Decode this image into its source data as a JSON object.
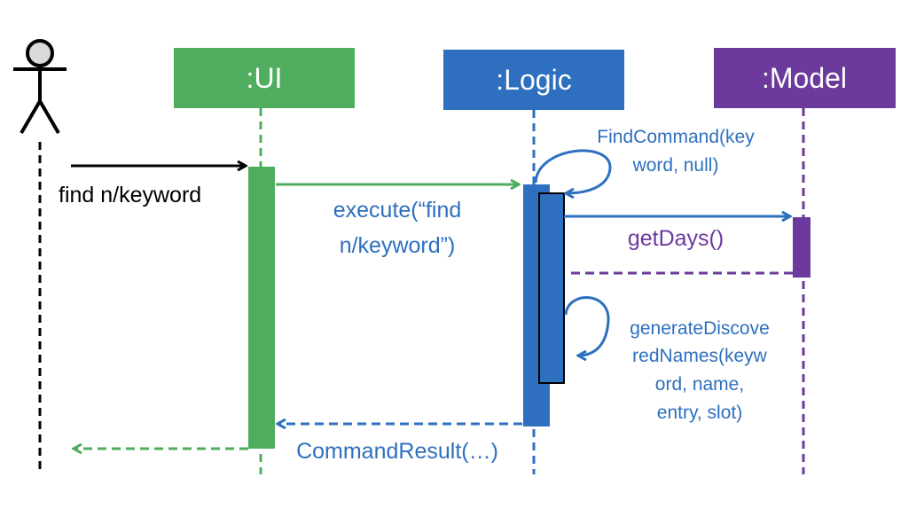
{
  "colors": {
    "ui": "#4fae5e",
    "logic": "#2e6fbf",
    "model": "#6b3a9c",
    "actor": "#000000",
    "activation_border": "#000000"
  },
  "participants": {
    "ui": ":UI",
    "logic": ":Logic",
    "model": ":Model"
  },
  "messages": {
    "find": "find n/keyword",
    "execute_line1": "execute(“find",
    "execute_line2": "n/keyword”)",
    "find_command_line1": "FindCommand(key",
    "find_command_line2": "word, null)",
    "get_days": "getDays()",
    "generate_line1": "generateDiscove",
    "generate_line2": "redNames(keyw",
    "generate_line3": "ord, name,",
    "generate_line4": "entry, slot)",
    "command_result": "CommandResult(…)"
  }
}
